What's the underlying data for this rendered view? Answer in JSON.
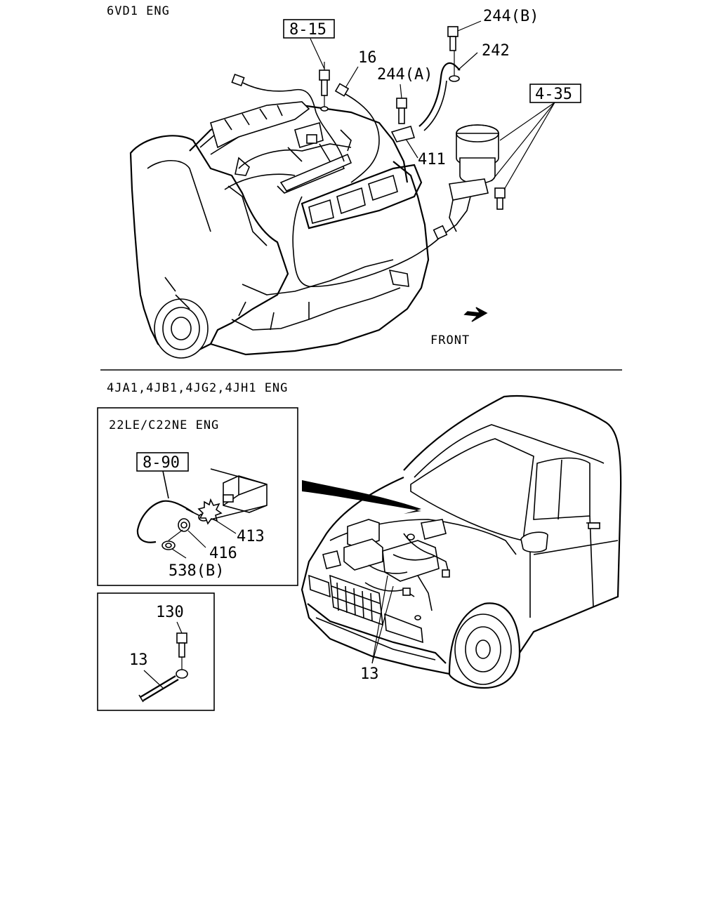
{
  "sections": {
    "top_header": "6VD1 ENG",
    "divider_header": "4JA1,4JB1,4JG2,4JH1 ENG",
    "inset_header": "22LE/C22NE ENG"
  },
  "labels": {
    "ref_8_15": "8-15",
    "ref_4_35": "4-35",
    "ref_8_90": "8-90",
    "p16": "16",
    "p244a": "244(A)",
    "p244b": "244(B)",
    "p242": "242",
    "p411": "411",
    "p413": "413",
    "p416": "416",
    "p538b": "538(B)",
    "p130": "130",
    "p13_inset": "13",
    "p13_truck": "13",
    "front": "FRONT"
  }
}
